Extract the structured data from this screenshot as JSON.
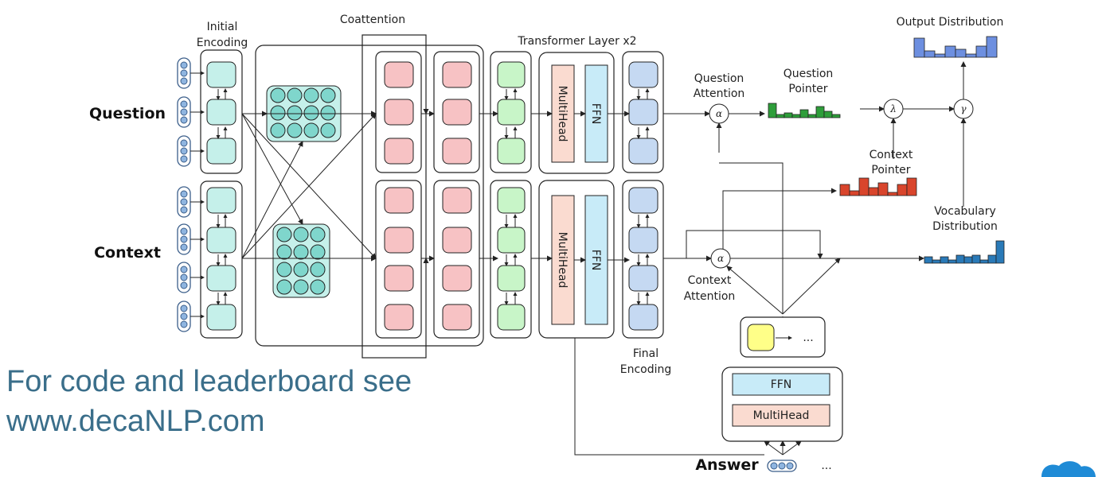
{
  "labels": {
    "initial_encoding_1": "Initial",
    "initial_encoding_2": "Encoding",
    "coattention": "Coattention",
    "transformer": "Transformer Layer x2",
    "question": "Question",
    "context": "Context",
    "multihead": "MultiHead",
    "ffn": "FFN",
    "question_attention_1": "Question",
    "question_attention_2": "Attention",
    "question_pointer_1": "Question",
    "question_pointer_2": "Pointer",
    "context_pointer_1": "Context",
    "context_pointer_2": "Pointer",
    "context_attention_1": "Context",
    "context_attention_2": "Attention",
    "vocabulary_distribution_1": "Vocabulary",
    "vocabulary_distribution_2": "Distribution",
    "output_distribution": "Output Distribution",
    "final_encoding_1": "Final",
    "final_encoding_2": "Encoding",
    "answer": "Answer",
    "ellipsis": "...",
    "alpha": "α",
    "lambda": "λ",
    "gamma": "γ"
  },
  "footer": {
    "line1": "For code and leaderboard see",
    "line2": "www.decaNLP.com"
  },
  "colors": {
    "teal_fill": "#c5f0ea",
    "teal_dark": "#7fd6cc",
    "pink_fill": "#f7c2c4",
    "green_fill": "#c8f5c8",
    "blue_fill": "#c5d9f2",
    "multihead_fill": "#fadbd0",
    "ffn_fill": "#c8ebf8",
    "yellow_fill": "#ffff88",
    "token_blue": "#8fb5e0",
    "question_pointer": "#2e9e3a",
    "context_pointer": "#d9452c",
    "vocabulary": "#2a7ab8",
    "output": "#6d8fe0",
    "text_teal": "#3a6e8a"
  }
}
